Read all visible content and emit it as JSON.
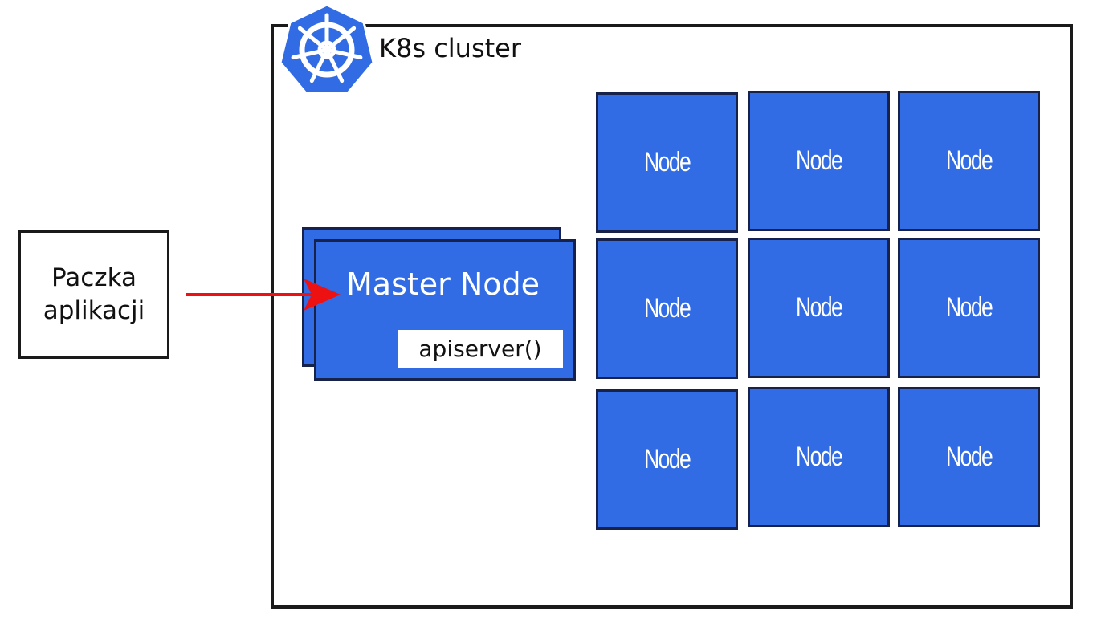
{
  "colors": {
    "node_fill": "#326ce5",
    "node_border": "#17224a",
    "arrow": "#ee1111",
    "logo_fill": "#326ce5",
    "outline": "#1a1a1a"
  },
  "package": {
    "label": "Paczka\naplikacji"
  },
  "cluster": {
    "title": "K8s cluster",
    "logo_icon": "kubernetes-helm-wheel-icon"
  },
  "master": {
    "title": "Master Node",
    "api_label": "apiserver()"
  },
  "nodes": [
    {
      "label": "Node"
    },
    {
      "label": "Node"
    },
    {
      "label": "Node"
    },
    {
      "label": "Node"
    },
    {
      "label": "Node"
    },
    {
      "label": "Node"
    },
    {
      "label": "Node"
    },
    {
      "label": "Node"
    },
    {
      "label": "Node"
    }
  ]
}
